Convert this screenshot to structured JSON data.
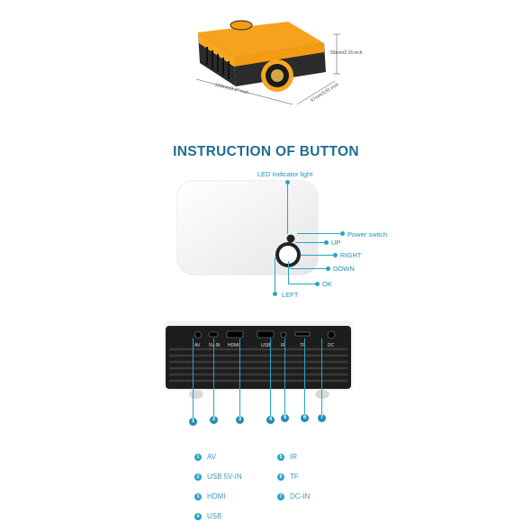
{
  "dimensions": {
    "height": "55mm/2.16 inch",
    "length": "120mm/3.47 inch",
    "width": "97mm/3.81 inch"
  },
  "title": "INSTRUCTION OF BUTTON",
  "button_callouts": {
    "led": "LED Indicator light",
    "power": "Power switch",
    "up": "UP",
    "right": "RIGHT",
    "down": "DOWN",
    "ok": "OK",
    "left": "LEFT"
  },
  "port_labels": {
    "av": "AV",
    "usb5v": "5V-IN",
    "hdmi": "HDMI",
    "usb": "USB",
    "ir": "IR",
    "tf": "TF",
    "dc": "DC"
  },
  "pins": [
    "1",
    "2",
    "3",
    "4",
    "5",
    "6",
    "7"
  ],
  "legend": [
    {
      "num": "1",
      "label": "AV"
    },
    {
      "num": "2",
      "label": "USB 5V-IN"
    },
    {
      "num": "3",
      "label": "HDMI"
    },
    {
      "num": "4",
      "label": "USB"
    },
    {
      "num": "5",
      "label": "IR"
    },
    {
      "num": "6",
      "label": "TF"
    },
    {
      "num": "7",
      "label": "DC-IN"
    }
  ],
  "colors": {
    "accent": "#1e6d92",
    "callout": "#2aa3c7",
    "projector_orange": "#f5a623",
    "projector_black": "#2a2a2a"
  }
}
